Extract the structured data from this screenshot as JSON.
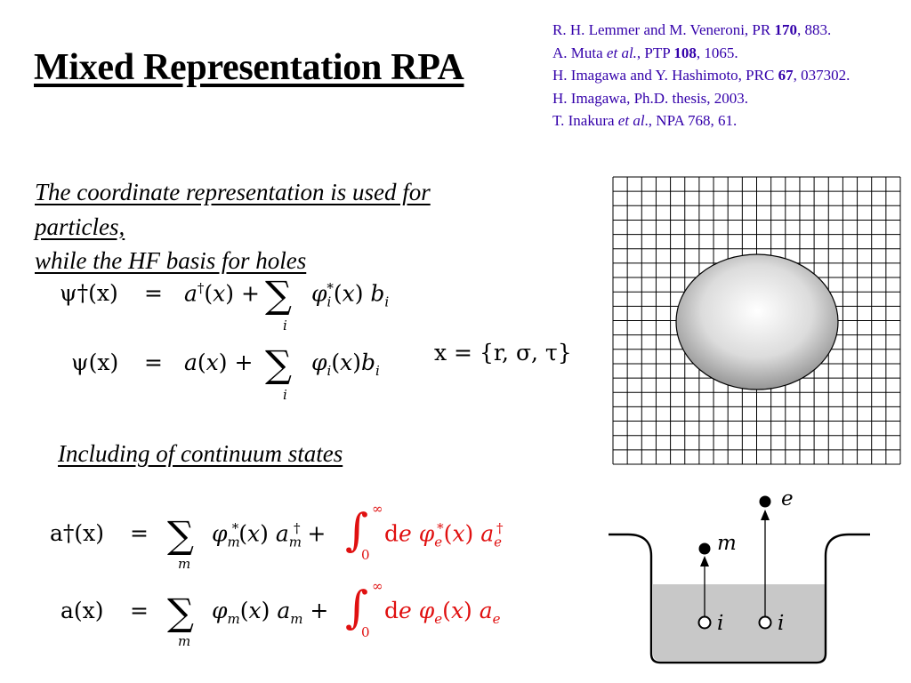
{
  "title": "Mixed Representation RPA",
  "references": [
    {
      "pre": "R. H. Lemmer and M. Veneroni, PR ",
      "ital": "",
      "mid": "",
      "bold": "170",
      "post": ", 883."
    },
    {
      "pre": "A. Muta ",
      "ital": "et al.",
      "mid": ", PTP ",
      "bold": "108",
      "post": ", 1065."
    },
    {
      "pre": "H. Imagawa and Y. Hashimoto, PRC ",
      "ital": "",
      "mid": "",
      "bold": "67",
      "post": ", 037302."
    },
    {
      "pre": "H. Imagawa, Ph.D. thesis, 2003.",
      "ital": "",
      "mid": "",
      "bold": "",
      "post": ""
    },
    {
      "pre": "T. Inakura ",
      "ital": "et al",
      "mid": "., NPA 768, 61.",
      "bold": "",
      "post": ""
    }
  ],
  "intro": {
    "line1": "The coordinate representation is used for",
    "line2": "particles,",
    "line3": "while the  HF basis for holes"
  },
  "continuum_heading": "Including of continuum states",
  "equations": {
    "psi_dagger_lhs": "ψ†(x)",
    "psi_lhs": "ψ(x)",
    "equals": "=",
    "x_definition": "x = {r, σ, τ}",
    "a_dagger_lhs": "a†(x)",
    "a_lhs": "a(x)"
  },
  "well_labels": {
    "e": "e",
    "m": "m",
    "i": "i"
  },
  "colors": {
    "reference_text": "#3300aa",
    "continuum_terms": "#e01010",
    "well_fill": "#c8c8c8"
  }
}
